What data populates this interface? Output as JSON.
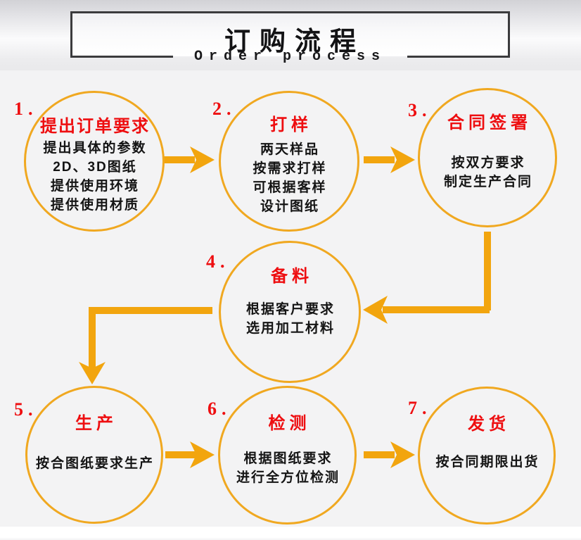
{
  "header": {
    "title": "订购流程",
    "subtitle": "Order process"
  },
  "steps": [
    {
      "num": "1.",
      "title": "提出订单要求",
      "lines": [
        "提出具体的参数",
        "2D、3D图纸",
        "提供使用环境",
        "提供使用材质"
      ]
    },
    {
      "num": "2.",
      "title": "打样",
      "lines": [
        "两天样品",
        "按需求打样",
        "可根据客样",
        "设计图纸"
      ]
    },
    {
      "num": "3.",
      "title": "合同签署",
      "lines": [
        "按双方要求",
        "制定生产合同"
      ]
    },
    {
      "num": "4.",
      "title": "备料",
      "lines": [
        "根据客户要求",
        "选用加工材料"
      ]
    },
    {
      "num": "5.",
      "title": "生产",
      "lines": [
        "按合图纸要求生产"
      ]
    },
    {
      "num": "6.",
      "title": "检测",
      "lines": [
        "根据图纸要求",
        "进行全方位检测"
      ]
    },
    {
      "num": "7.",
      "title": "发货",
      "lines": [
        "按合同期限出货"
      ]
    }
  ],
  "colors": {
    "accent_orange": "#F2A50E",
    "circle_orange": "#F0A820",
    "step_red": "#EE0E10",
    "title_black": "#131315"
  }
}
